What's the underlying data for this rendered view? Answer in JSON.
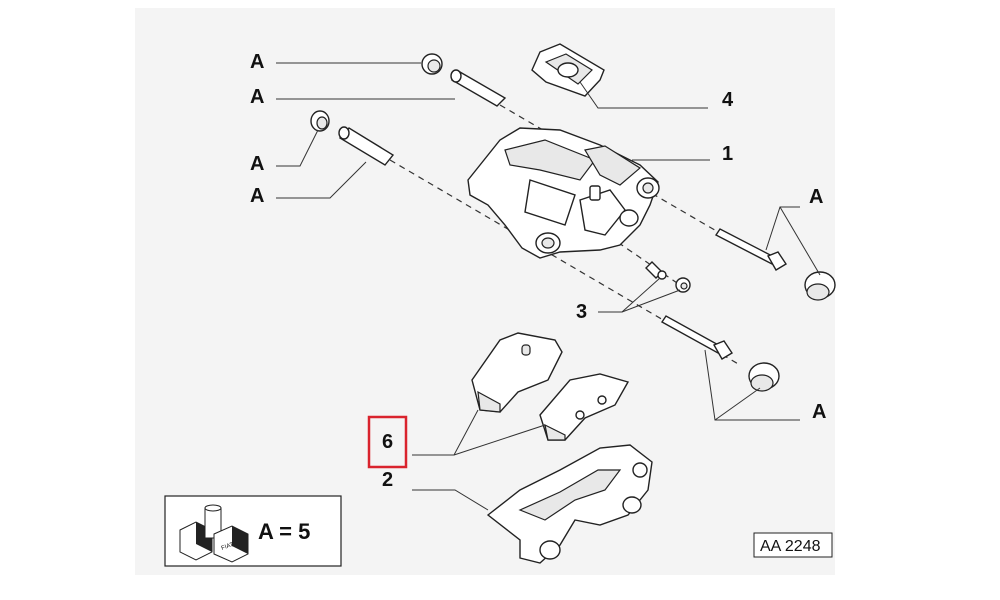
{
  "labels": {
    "a": "A",
    "one": "1",
    "two": "2",
    "three": "3",
    "four": "4",
    "six": "6"
  },
  "legend": {
    "text": "A = 5",
    "can_text": "FIAT"
  },
  "drawing_code": "AA 2248",
  "highlight_color": "#d9232d",
  "background_color": "#f4f4f4"
}
